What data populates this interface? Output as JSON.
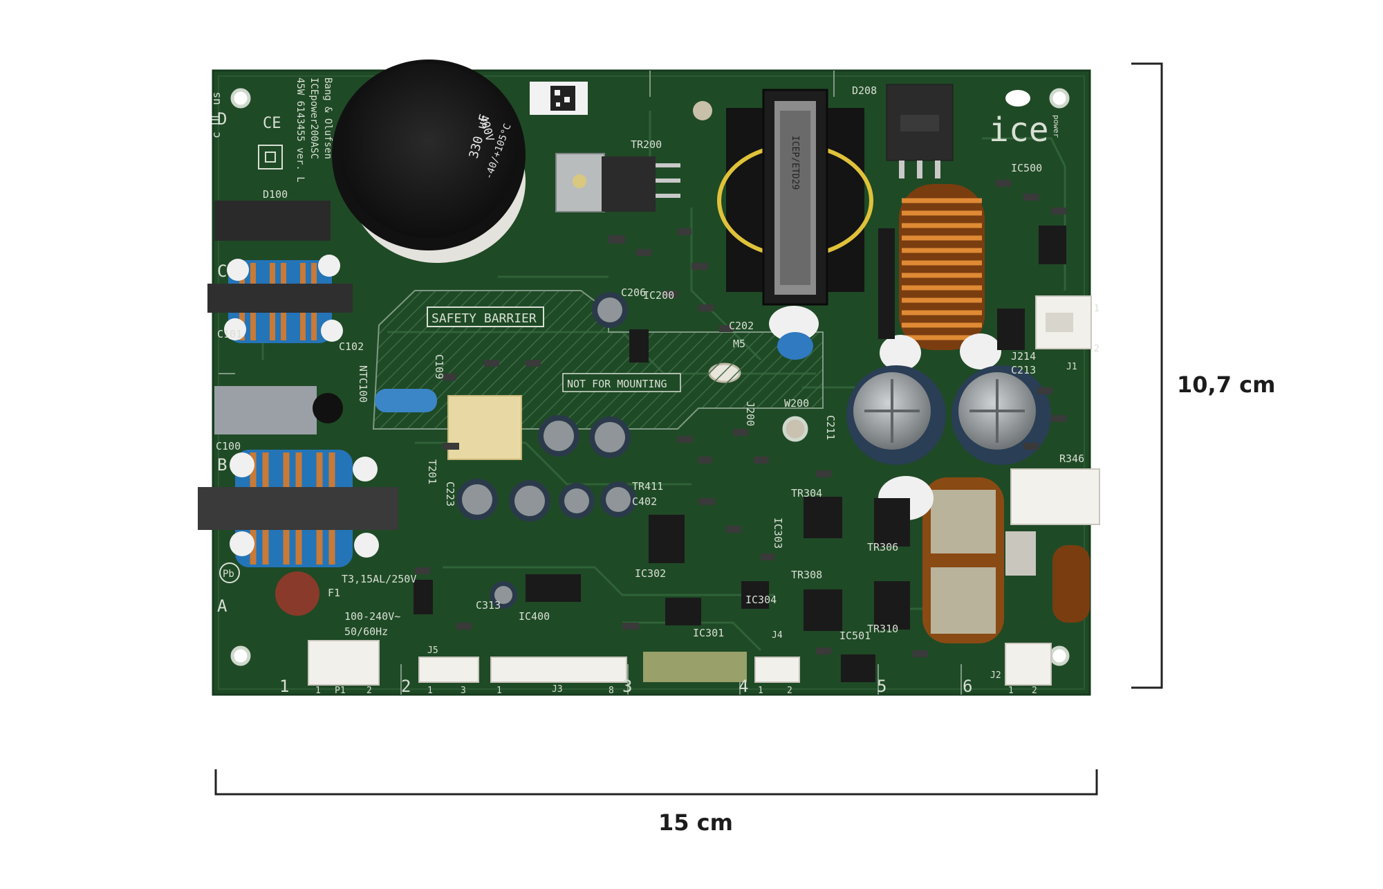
{
  "dimensions": {
    "height_label": "10,7 cm",
    "width_label": "15 cm"
  },
  "board": {
    "manufacturer_text": "Bang & Olufsen",
    "model_text": "ICEpower200ASC",
    "variant_text": "45W  6143455 ver. L",
    "logo_text": "ice",
    "logo_subtext": "power",
    "safety_text": "SAFETY BARRIER",
    "mount_text": "NOT FOR MOUNTING",
    "fuse_text": "T3,15AL/250V",
    "voltage_text": "100-240V~",
    "freq_text": "50/60Hz",
    "cap_value": "330 uF",
    "cap_voltage": "400V",
    "cap_temp": "-40/+105°C",
    "connectors": [
      {
        "name": "P1",
        "pins": [
          "1",
          "2"
        ]
      },
      {
        "name": "J5",
        "pins": [
          "1",
          "3"
        ]
      },
      {
        "name": "J3",
        "pins": [
          "1",
          "8"
        ]
      },
      {
        "name": "J4",
        "pins": [
          "1",
          "2"
        ]
      },
      {
        "name": "J2",
        "pins": [
          "1",
          "2"
        ]
      },
      {
        "name": "J1",
        "pins": [
          "1",
          "2"
        ]
      }
    ],
    "zone_numbers": [
      "1",
      "2",
      "3",
      "4",
      "5",
      "6"
    ],
    "zone_letters": [
      "A",
      "B",
      "C",
      "D"
    ],
    "refdes": [
      "D100",
      "C100",
      "NTC100",
      "C109",
      "T201",
      "C223",
      "TR200",
      "C206",
      "IC200",
      "C202",
      "M5",
      "D208",
      "IC500",
      "J214",
      "C213",
      "R346",
      "C211",
      "W200",
      "J200",
      "TR411",
      "C402",
      "IC400",
      "C313",
      "IC302",
      "IC301",
      "IC304",
      "IC303",
      "TR304",
      "TR306",
      "TR308",
      "TR310",
      "IC501",
      "C101",
      "C102",
      "F1"
    ]
  },
  "colors": {
    "pcb": "#1f4a26",
    "silkscreen": "#d8e0d4",
    "copper": "#c8762a",
    "measure_line": "#222222"
  }
}
